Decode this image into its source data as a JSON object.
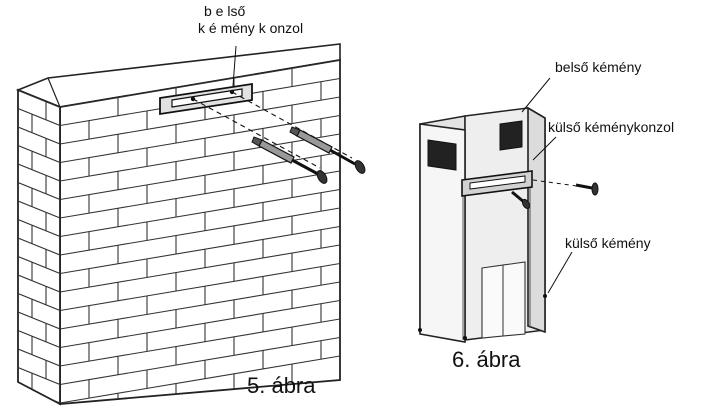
{
  "figure5": {
    "label_line1": "b e lső",
    "label_line2": "k é mény k onzol",
    "caption": "5. ábra"
  },
  "figure6": {
    "label_inner": "belső kémény",
    "label_bracket": "külső kéménykonzol",
    "label_outer": "külső kémény",
    "caption": "6. ábra"
  }
}
